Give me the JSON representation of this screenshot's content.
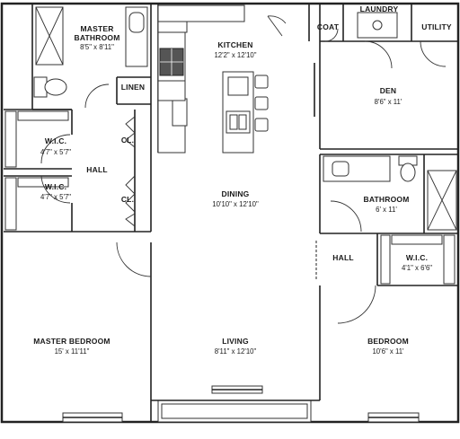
{
  "rooms": {
    "master_bathroom": {
      "name_line1": "MASTER",
      "name_line2": "BATHROOM",
      "dim": "8'5\" x 8'11\""
    },
    "linen": {
      "name": "LINEN"
    },
    "kitchen": {
      "name": "KITCHEN",
      "dim": "12'2\" x 12'10\""
    },
    "coat": {
      "name": "COAT"
    },
    "laundry": {
      "name": "LAUNDRY"
    },
    "utility": {
      "name": "UTILITY"
    },
    "den": {
      "name": "DEN",
      "dim": "8'6\" x 11'"
    },
    "wic_1": {
      "name": "W.I.C.",
      "dim": "4'7\" x 5'7\""
    },
    "wic_2": {
      "name": "W.I.C.",
      "dim": "4'7\" x 5'7\""
    },
    "closet_1": {
      "name": "CL."
    },
    "closet_2": {
      "name": "CL."
    },
    "hall_left": {
      "name": "HALL"
    },
    "dining": {
      "name": "DINING",
      "dim": "10'10\" x 12'10\""
    },
    "bathroom": {
      "name": "BATHROOM",
      "dim": "6' x 11'"
    },
    "hall_right": {
      "name": "HALL"
    },
    "wic_3": {
      "name": "W.I.C.",
      "dim": "4'1\" x 6'6\""
    },
    "master_bedroom": {
      "name": "MASTER BEDROOM",
      "dim": "15' x 11'11\""
    },
    "living": {
      "name": "LIVING",
      "dim": "8'11\" x 12'10\""
    },
    "bedroom": {
      "name": "BEDROOM",
      "dim": "10'6\" x 11'"
    }
  },
  "colors": {
    "wall": "#222222",
    "background": "#ffffff"
  }
}
